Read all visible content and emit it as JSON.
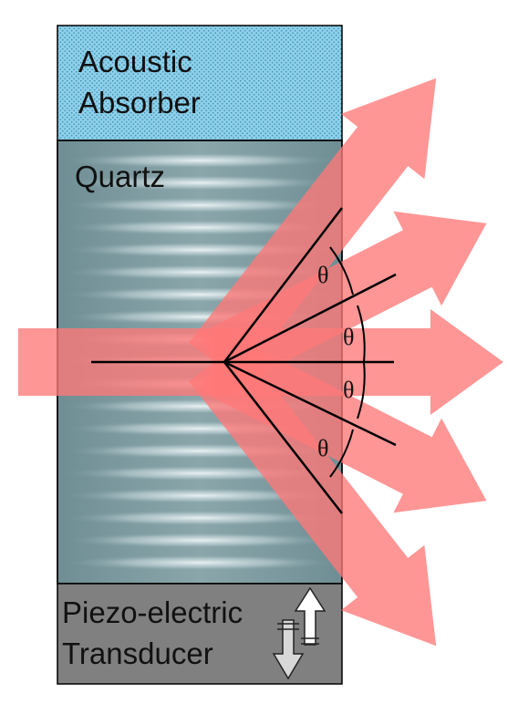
{
  "absorber": {
    "line1": "Acoustic",
    "line2": "Absorber"
  },
  "quartz": {
    "label": "Quartz"
  },
  "transducer": {
    "line1": "Piezo-electric",
    "line2": "Transducer"
  },
  "angle_symbol": "θ",
  "colors": {
    "absorber_fill": "#8ed0ea",
    "quartz_fill": "#7b9aa0",
    "transducer_fill": "#808080",
    "beam": "#ff7878",
    "wave_highlight": "#e6f0f4"
  }
}
